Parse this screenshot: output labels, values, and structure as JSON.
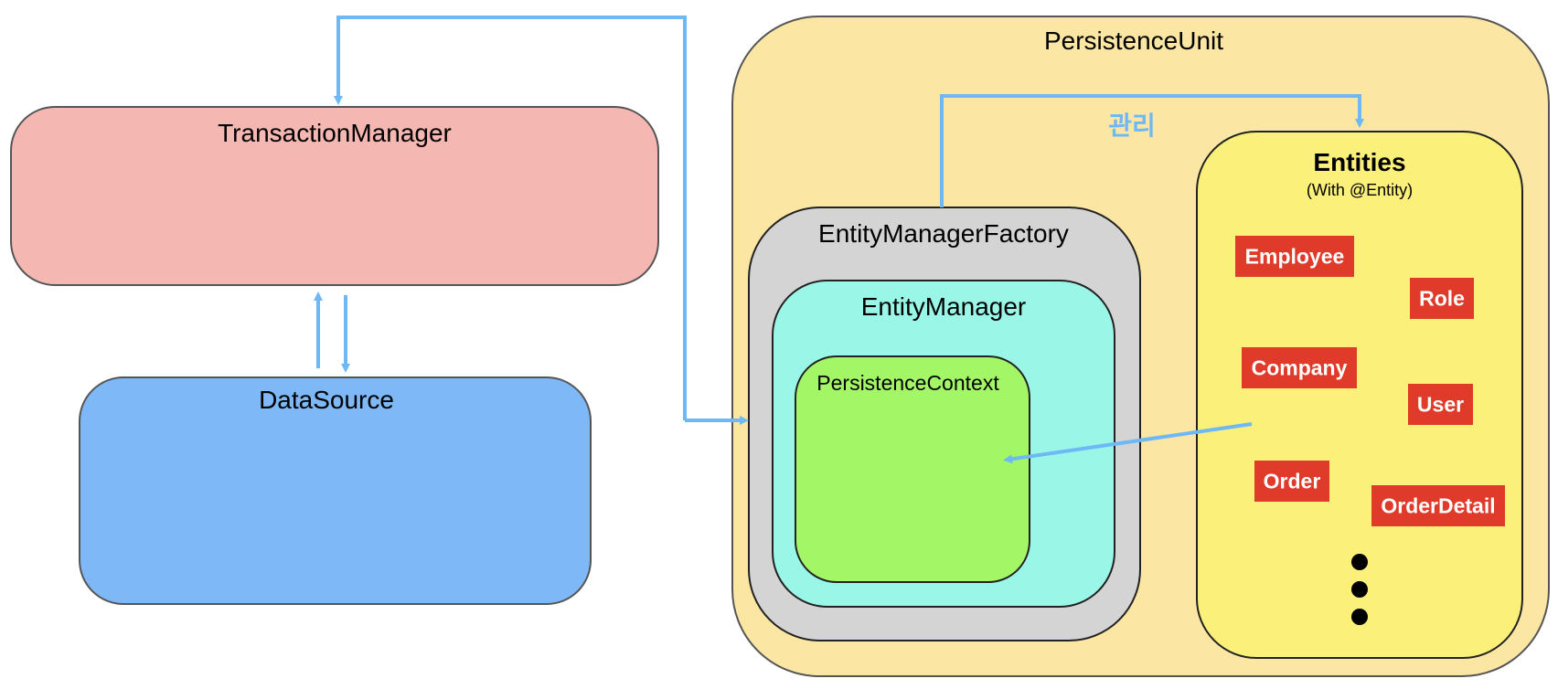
{
  "colors": {
    "arrow": "#6db8f5",
    "transaction_manager": "#f5b7b1",
    "data_source": "#7eb8f7",
    "persistence_unit": "#fbe7a3",
    "entity_manager_factory": "#d4d4d4",
    "entity_manager": "#9af7e8",
    "persistence_context": "#a3f766",
    "entities": "#fbf07a",
    "entity_badge": "#e03a2a",
    "stroke": "#222222"
  },
  "transaction_manager": {
    "label": "TransactionManager"
  },
  "data_source": {
    "label": "DataSource"
  },
  "persistence_unit": {
    "label": "PersistenceUnit"
  },
  "entity_manager_factory": {
    "label": "EntityManagerFactory"
  },
  "entity_manager": {
    "label": "EntityManager"
  },
  "persistence_context": {
    "label": "PersistenceContext"
  },
  "manage_arrow": {
    "label": "관리"
  },
  "entities": {
    "title": "Entities",
    "subtitle": "(With @Entity)",
    "items": [
      "Employee",
      "Role",
      "Company",
      "User",
      "Order",
      "OrderDetail"
    ],
    "more_dots": 3
  }
}
